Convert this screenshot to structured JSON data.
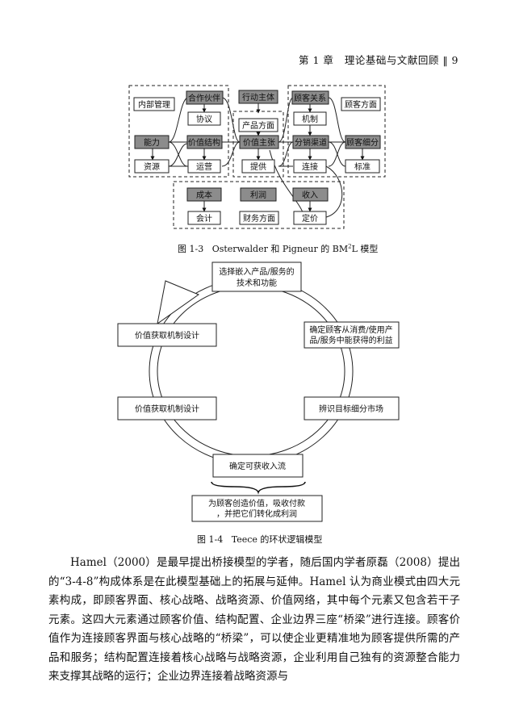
{
  "header": {
    "chapter": "第 1 章",
    "section": "理论基础与文献回顾",
    "page": "9"
  },
  "fig13": {
    "boxes": {
      "internal": "内部管理",
      "partner": "合作伙伴",
      "actor": "行动主体",
      "relation": "顾客关系",
      "customer_side": "顾客方面",
      "agreement": "协议",
      "product_side": "产品方面",
      "mechanism": "机制",
      "capability": "能力",
      "value_config": "价值结构",
      "value_prop": "价值主张",
      "channel": "分销渠道",
      "segment": "顾客细分",
      "resource": "资源",
      "operation": "运营",
      "offer": "提供",
      "connect": "连接",
      "standard": "标准",
      "cost": "成本",
      "profit": "利润",
      "revenue": "收入",
      "accounting": "会计",
      "finance_side": "财务方面",
      "pricing": "定价"
    },
    "caption_prefix": "图 1-3",
    "caption_text": "Osterwalder 和 Pigneur 的 BM",
    "caption_sup": "2",
    "caption_suffix": "L 模型"
  },
  "fig14": {
    "top": "选择嵌入产品/服务的技术和功能",
    "right_top": "确定顾客从消费/使用产品/服务中能获得的利益",
    "right_bottom": "辨识目标细分市场",
    "bottom": "确定可获收入流",
    "left_bottom": "价值获取机制设计",
    "left_top": "价值获取机制设计",
    "note": "为顾客创造价值，吸收付款，并把它们转化成利润",
    "caption_prefix": "图 1-4",
    "caption_text": "Teece 的环状逻辑模型"
  },
  "body_text": "Hamel（2000）是最早提出桥接模型的学者，随后国内学者原磊（2008）提出的“3-4-8”构成体系是在此模型基础上的拓展与延伸。Hamel 认为商业模式由四大元素构成，即顾客界面、核心战略、战略资源、价值网络，其中每个元素又包含若干子元素。这四大元素通过顾客价值、结构配置、企业边界三座“桥梁”进行连接。顾客价值作为连接顾客界面与核心战略的“桥梁”，可以使企业更精准地为顾客提供所需的产品和服务；结构配置连接着核心战略与战略资源，企业利用自己独有的资源整合能力来支撑其战略的运行；企业边界连接着战略资源与",
  "colors": {
    "shaded": "#8c8c8c",
    "line": "#222222"
  }
}
